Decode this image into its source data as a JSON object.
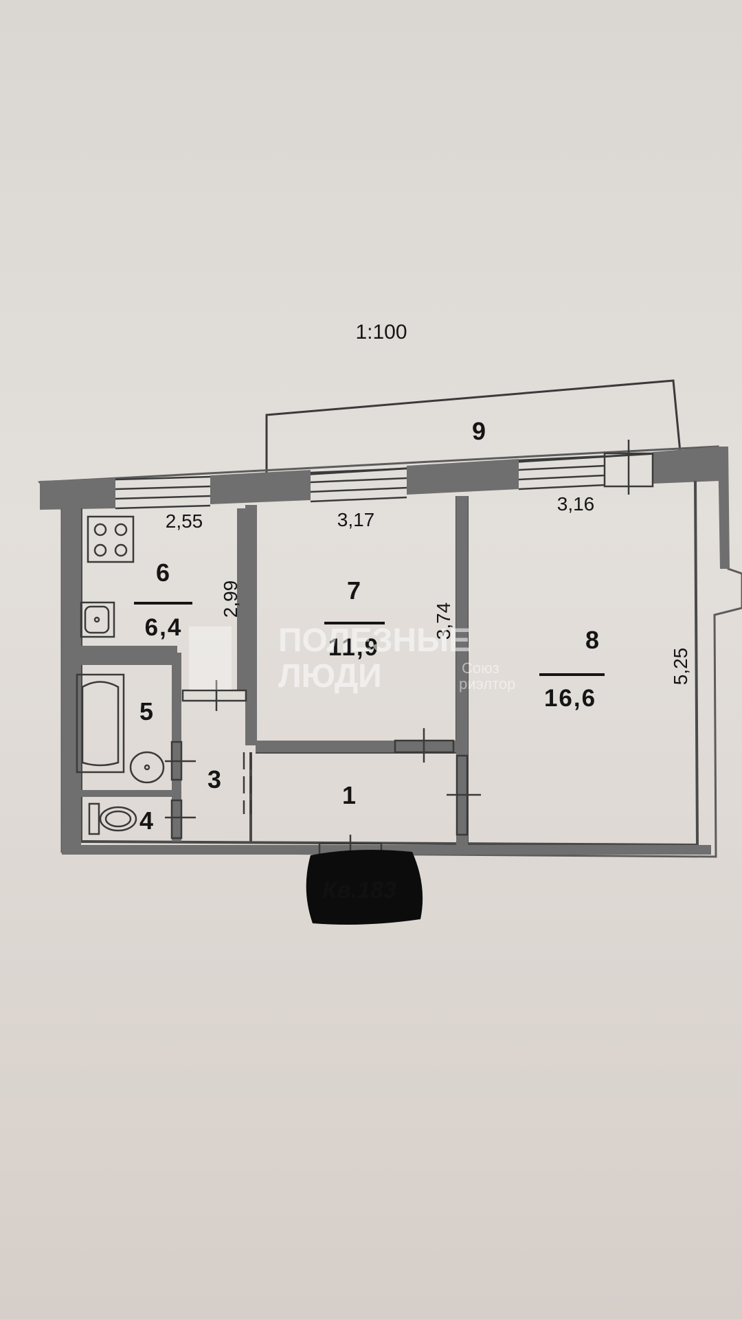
{
  "scale": "1:100",
  "rooms": [
    {
      "id": "1",
      "number": "1"
    },
    {
      "id": "3",
      "number": "3"
    },
    {
      "id": "4",
      "number": "4"
    },
    {
      "id": "5",
      "number": "5"
    },
    {
      "id": "6",
      "number": "6",
      "area": "6,4"
    },
    {
      "id": "7",
      "number": "7",
      "area": "11,9"
    },
    {
      "id": "8",
      "number": "8",
      "area": "16,6"
    },
    {
      "id": "9",
      "number": "9"
    }
  ],
  "dimensions": {
    "kitchen_width": "2,55",
    "kitchen_length": "2,99",
    "room7_width": "3,17",
    "room7_length": "3,74",
    "room8_width": "3,16",
    "room8_length": "5,25"
  },
  "flat_label": "Кв.183",
  "watermark": {
    "line1": "ПОЛЕЗНЫЕ",
    "line2": "ЛЮДИ",
    "small1": "Союз",
    "small2": "риэлтор"
  },
  "colors": {
    "wall": "#6f6f6f",
    "line": "#3a3a3a",
    "paper": "#e2deda",
    "room": "#dcd8d4"
  }
}
